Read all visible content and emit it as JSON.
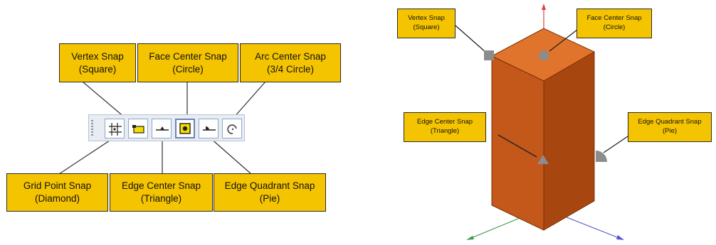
{
  "toolbar": {
    "buttons": [
      {
        "icon": "grid-point-snap-icon"
      },
      {
        "icon": "vertex-snap-icon"
      },
      {
        "icon": "edge-center-snap-icon"
      },
      {
        "icon": "face-center-snap-icon"
      },
      {
        "icon": "edge-quadrant-snap-icon"
      },
      {
        "icon": "arc-center-snap-icon"
      }
    ]
  },
  "left_callouts": {
    "vertex": {
      "name": "Vertex Snap",
      "shape": "(Square)"
    },
    "face_center": {
      "name": "Face Center Snap",
      "shape": "(Circle)"
    },
    "arc_center": {
      "name": "Arc Center Snap",
      "shape": "(3/4 Circle)"
    },
    "grid_point": {
      "name": "Grid Point Snap",
      "shape": "(Diamond)"
    },
    "edge_center": {
      "name": "Edge Center Snap",
      "shape": "(Triangle)"
    },
    "edge_quadrant": {
      "name": "Edge Quadrant Snap",
      "shape": "(Pie)"
    }
  },
  "right_callouts": {
    "vertex": {
      "name": "Vertex Snap",
      "shape": "(Square)"
    },
    "face_center": {
      "name": "Face Center Snap",
      "shape": "(Circle)"
    },
    "edge_center": {
      "name": "Edge Center Snap",
      "shape": "(Triangle)"
    },
    "edge_quadrant": {
      "name": "Edge Quadrant Snap",
      "shape": "(Pie)"
    }
  },
  "colors": {
    "callout": "#f5c400",
    "box_front": "#c4571a",
    "box_top": "#e0742c",
    "box_side": "#a8460f",
    "marker": "#8c8c8c",
    "axis_x": "#3b9a4a",
    "axis_y": "#e04040",
    "axis_z": "#5555cc"
  }
}
